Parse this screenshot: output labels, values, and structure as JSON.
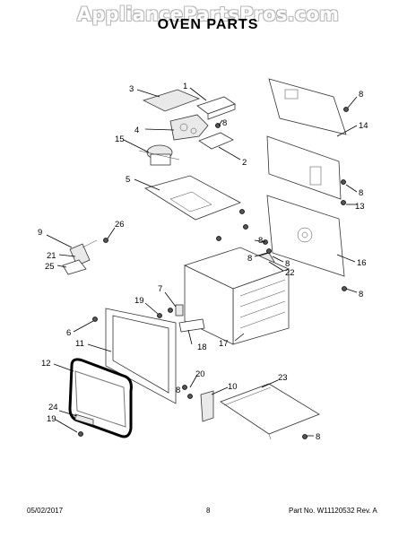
{
  "watermark": "AppliancePartsPros.com",
  "title": "OVEN PARTS",
  "callouts": [
    "1",
    "2",
    "3",
    "4",
    "5",
    "6",
    "7",
    "8",
    "9",
    "10",
    "11",
    "12",
    "13",
    "14",
    "15",
    "16",
    "17",
    "18",
    "19",
    "20",
    "21",
    "22",
    "23",
    "24",
    "25",
    "26"
  ],
  "footer": {
    "date": "05/02/2017",
    "page": "8",
    "part_no": "Part No.  W11120532  Rev. A"
  }
}
